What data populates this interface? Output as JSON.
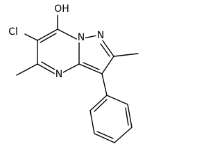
{
  "molecule": {
    "atoms": [
      {
        "id": "oh",
        "label": "OH"
      },
      {
        "id": "cl",
        "label": "Cl"
      },
      {
        "id": "n1",
        "label": "N"
      },
      {
        "id": "n2",
        "label": "N"
      },
      {
        "id": "n4",
        "label": "N"
      }
    ]
  }
}
